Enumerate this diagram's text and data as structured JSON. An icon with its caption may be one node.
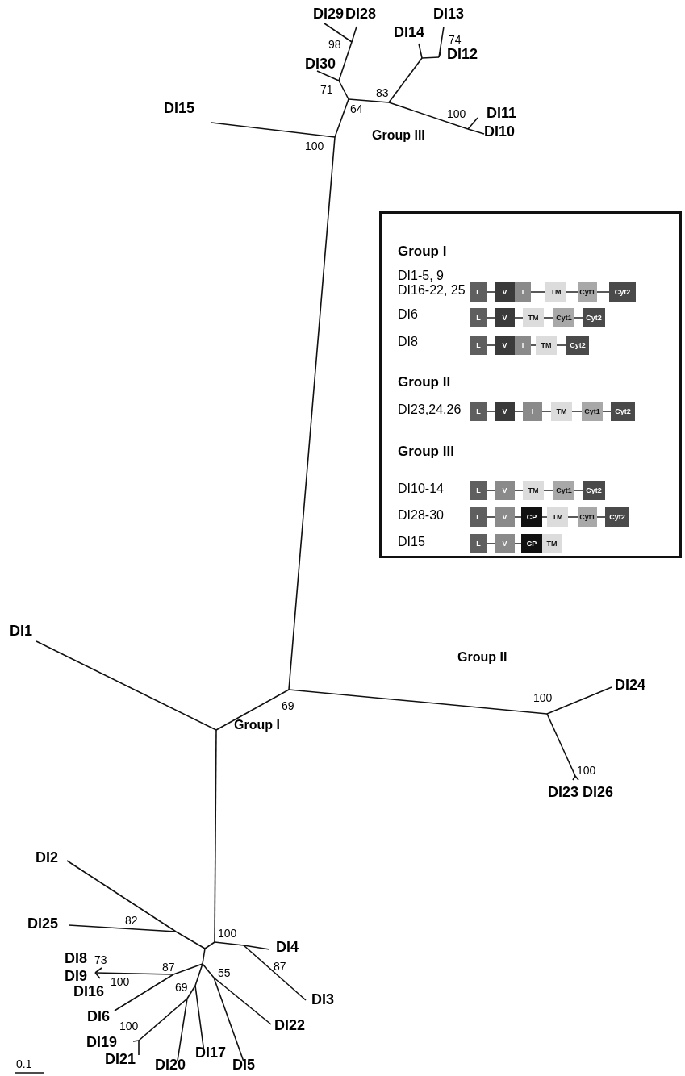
{
  "diagram": {
    "nodes": [
      {
        "text": [
          "Group I",
          "DI1-5, 9 DI16-22, 25",
          "DI6",
          "DI8",
          "Group II",
          "DI23,24,26",
          "Group III",
          "DI10-14",
          "DI28-30",
          "DI15"
        ]
      },
      {
        "text": [
          "L"
        ],
        "in": 0
      },
      {
        "text": [
          "V"
        ],
        "in": 0
      },
      {
        "text": [
          "I"
        ],
        "in": 0
      },
      {
        "text": [
          "TM"
        ],
        "in": 0
      },
      {
        "text": [
          "Cyt1"
        ],
        "in": 0
      },
      {
        "text": [
          "Cyt2"
        ],
        "in": 0
      },
      {
        "text": [
          "L"
        ],
        "in": 0
      },
      {
        "text": [
          "V"
        ],
        "in": 0
      },
      {
        "text": [
          "TM"
        ],
        "in": 0
      },
      {
        "text": [
          "Cyt1"
        ],
        "in": 0
      },
      {
        "text": [
          "Cyt2"
        ],
        "in": 0
      },
      {
        "text": [
          "L"
        ],
        "in": 0
      },
      {
        "text": [
          "V"
        ],
        "in": 0
      },
      {
        "text": [
          "I"
        ],
        "in": 0
      },
      {
        "text": [
          "TM"
        ],
        "in": 0
      },
      {
        "text": [
          "Cyt2"
        ],
        "in": 0
      },
      {
        "text": [
          "L"
        ],
        "in": 0
      },
      {
        "text": [
          "V"
        ],
        "in": 0
      },
      {
        "text": [
          "I"
        ],
        "in": 0
      },
      {
        "text": [
          "TM"
        ],
        "in": 0
      },
      {
        "text": [
          "Cyt1"
        ],
        "in": 0
      },
      {
        "text": [
          "Cyt2"
        ],
        "in": 0
      },
      {
        "text": [
          "L"
        ],
        "in": 0
      },
      {
        "text": [
          "V"
        ],
        "in": 0
      },
      {
        "text": [
          "TM"
        ],
        "in": 0
      },
      {
        "text": [
          "Cyt1"
        ],
        "in": 0
      },
      {
        "text": [
          "Cyt2"
        ],
        "in": 0
      },
      {
        "text": [
          "L"
        ],
        "in": 0
      },
      {
        "text": [
          "V"
        ],
        "in": 0
      },
      {
        "text": [
          "CP"
        ],
        "in": 0
      },
      {
        "text": [
          "TM"
        ],
        "in": 0
      },
      {
        "text": [
          "Cyt1"
        ],
        "in": 0
      },
      {
        "text": [
          "Cyt2"
        ],
        "in": 0
      },
      {
        "text": [
          "L"
        ],
        "in": 0
      },
      {
        "text": [
          "V"
        ],
        "in": 0
      },
      {
        "text": [
          "CP"
        ],
        "in": 0
      },
      {
        "text": [
          "TM"
        ],
        "in": 0
      }
    ],
    "edges": [
      {
        "from": 1,
        "to": 2,
        "arrow": "none"
      },
      {
        "from": 3,
        "to": 4,
        "arrow": "none"
      },
      {
        "from": 4,
        "to": 5,
        "arrow": "none"
      },
      {
        "from": 5,
        "to": 6,
        "arrow": "none"
      },
      {
        "from": 7,
        "to": 8,
        "arrow": "none"
      },
      {
        "from": 8,
        "to": 9,
        "arrow": "none"
      },
      {
        "from": 9,
        "to": 10,
        "arrow": "none"
      },
      {
        "from": 10,
        "to": 11,
        "arrow": "none"
      },
      {
        "from": 12,
        "to": 13,
        "arrow": "none"
      },
      {
        "from": 14,
        "to": 15,
        "arrow": "none"
      },
      {
        "from": 15,
        "to": 16,
        "arrow": "none"
      },
      {
        "from": 17,
        "to": 18,
        "arrow": "none"
      },
      {
        "from": 18,
        "to": 19,
        "arrow": "none"
      },
      {
        "from": 19,
        "to": 20,
        "arrow": "none"
      },
      {
        "from": 20,
        "to": 21,
        "arrow": "none"
      },
      {
        "from": 21,
        "to": 22,
        "arrow": "none"
      },
      {
        "from": 23,
        "to": 24,
        "arrow": "none"
      },
      {
        "from": 24,
        "to": 25,
        "arrow": "none"
      },
      {
        "from": 25,
        "to": 26,
        "arrow": "none"
      },
      {
        "from": 26,
        "to": 27,
        "arrow": "none"
      },
      {
        "from": 28,
        "to": 29,
        "arrow": "none"
      },
      {
        "from": 29,
        "to": 30,
        "arrow": "none"
      },
      {
        "from": 30,
        "to": 31,
        "arrow": "none"
      },
      {
        "from": 31,
        "to": 32,
        "arrow": "none"
      },
      {
        "from": 32,
        "to": 33,
        "arrow": "none"
      },
      {
        "from": 34,
        "to": 35,
        "arrow": "none"
      },
      {
        "from": 35,
        "to": 36,
        "arrow": "none"
      }
    ],
    "labels": [
      "DI29",
      "DI28",
      "DI13",
      "DI14",
      "74",
      "98",
      "DI12",
      "DI30",
      "83",
      "71",
      "64",
      "DI15",
      "100",
      "DI11",
      "DI10",
      "100",
      "Group III",
      "DI1",
      "Group II",
      "DI24",
      "100",
      "69",
      "Group I",
      "100",
      "DI23",
      "DI26",
      "DI2",
      "82",
      "DI25",
      "100",
      "DI4",
      "DI8",
      "73",
      "87",
      "87",
      "DI9",
      "100",
      "55",
      "69",
      "DI16",
      "DI3",
      "DI6",
      "100",
      "DI22",
      "DI19",
      "0.1",
      "DI21",
      "DI20",
      "DI17",
      "DI5"
    ]
  }
}
